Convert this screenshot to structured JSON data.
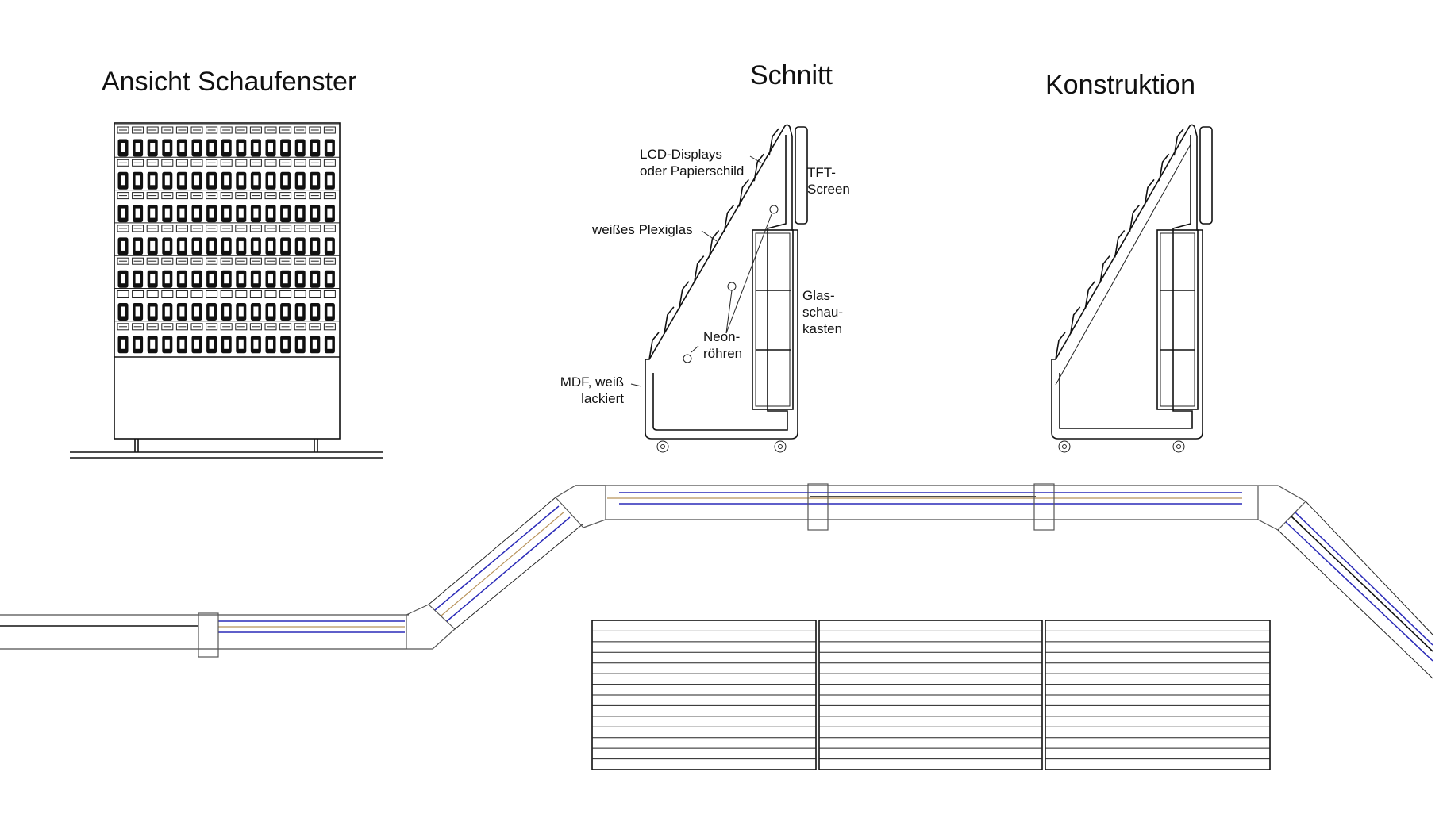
{
  "titles": {
    "view": "Ansicht Schaufenster",
    "section": "Schnitt",
    "construction": "Konstruktion"
  },
  "labels": {
    "lcd_1": "LCD-Displays",
    "lcd_2": "oder Papierschild",
    "tft_1": "TFT-",
    "tft_2": "Screen",
    "plexi": "weißes Plexiglas",
    "glas_1": "Glas-",
    "glas_2": "schau-",
    "glas_3": "kasten",
    "neon_1": "Neon-",
    "neon_2": "röhren",
    "mdf_1": "MDF, weiß",
    "mdf_2": "lackiert"
  },
  "colors": {
    "line": "#111111",
    "blue_rail": "#2a2ab8",
    "brown_rail": "#b8935a",
    "connector": "#555555"
  }
}
